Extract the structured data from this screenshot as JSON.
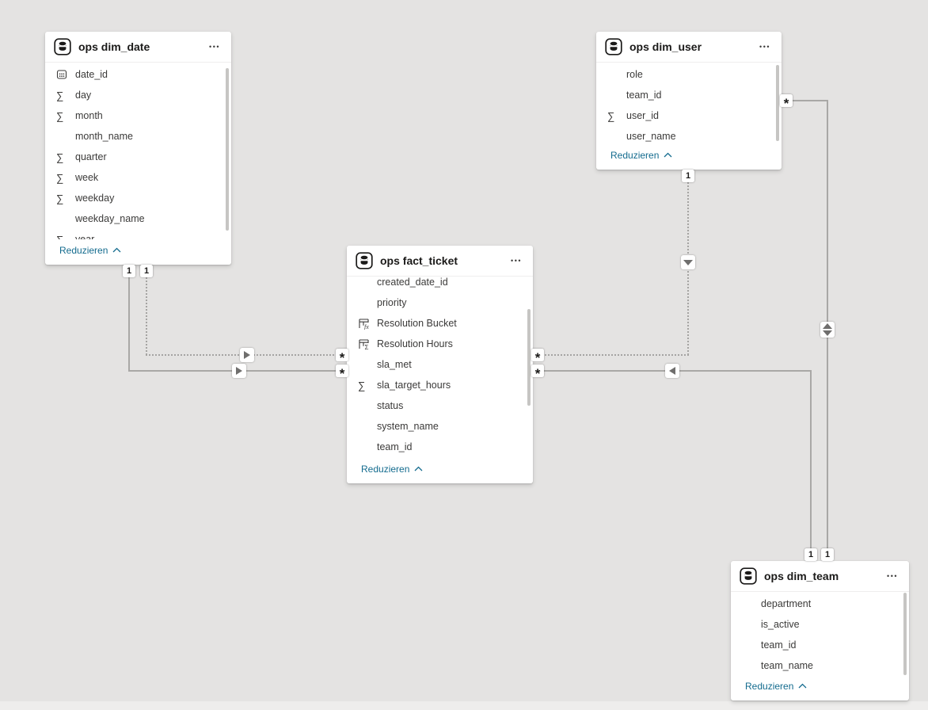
{
  "canvas": {
    "background_color": "#e4e3e2",
    "footer_strip_color": "#eeedec",
    "view": "model-diagram"
  },
  "icons": {
    "more": "•••",
    "sum": "∑",
    "fx": "fx",
    "msum": "∑"
  },
  "tables": [
    {
      "id": "dim_date",
      "title": "ops dim_date",
      "collapse_label": "Reduzieren",
      "fields": [
        {
          "name": "date_id",
          "icon": "date-icon"
        },
        {
          "name": "day",
          "icon": "sum-icon"
        },
        {
          "name": "month",
          "icon": "sum-icon"
        },
        {
          "name": "month_name",
          "icon": "none"
        },
        {
          "name": "quarter",
          "icon": "sum-icon"
        },
        {
          "name": "week",
          "icon": "sum-icon"
        },
        {
          "name": "weekday",
          "icon": "sum-icon"
        },
        {
          "name": "weekday_name",
          "icon": "none"
        },
        {
          "name": "year",
          "icon": "sum-icon"
        }
      ]
    },
    {
      "id": "dim_user",
      "title": "ops dim_user",
      "collapse_label": "Reduzieren",
      "fields": [
        {
          "name": "role",
          "icon": "none"
        },
        {
          "name": "team_id",
          "icon": "none"
        },
        {
          "name": "user_id",
          "icon": "sum-icon"
        },
        {
          "name": "user_name",
          "icon": "none"
        }
      ]
    },
    {
      "id": "fact_ticket",
      "title": "ops fact_ticket",
      "collapse_label": "Reduzieren",
      "fields": [
        {
          "name": "created_date_id",
          "icon": "none"
        },
        {
          "name": "priority",
          "icon": "none"
        },
        {
          "name": "Resolution Bucket",
          "icon": "calculated-column-fx-icon"
        },
        {
          "name": "Resolution Hours",
          "icon": "calculated-column-sum-icon"
        },
        {
          "name": "sla_met",
          "icon": "none"
        },
        {
          "name": "sla_target_hours",
          "icon": "sum-icon"
        },
        {
          "name": "status",
          "icon": "none"
        },
        {
          "name": "system_name",
          "icon": "none"
        },
        {
          "name": "team_id",
          "icon": "none"
        }
      ]
    },
    {
      "id": "dim_team",
      "title": "ops dim_team",
      "collapse_label": "Reduzieren",
      "fields": [
        {
          "name": "department",
          "icon": "none"
        },
        {
          "name": "is_active",
          "icon": "none"
        },
        {
          "name": "team_id",
          "icon": "none"
        },
        {
          "name": "team_name",
          "icon": "none"
        }
      ]
    }
  ],
  "relationships": [
    {
      "from": "ops dim_date",
      "to": "ops fact_ticket",
      "one": "1",
      "many": "*",
      "line": "solid",
      "status": "active",
      "cross_filter": "single"
    },
    {
      "from": "ops dim_date",
      "to": "ops fact_ticket",
      "one": "1",
      "many": "*",
      "line": "dotted",
      "status": "inactive",
      "cross_filter": "single"
    },
    {
      "from": "ops dim_user",
      "to": "ops fact_ticket",
      "one": "1",
      "many": "*",
      "line": "dotted",
      "status": "inactive",
      "cross_filter": "single"
    },
    {
      "from": "ops dim_team",
      "to": "ops fact_ticket",
      "one": "1",
      "many": "*",
      "line": "solid",
      "status": "active",
      "cross_filter": "single"
    },
    {
      "from": "ops dim_team",
      "to": "ops dim_user",
      "one": "1",
      "many": "*",
      "line": "solid",
      "status": "active",
      "cross_filter": "both"
    }
  ]
}
